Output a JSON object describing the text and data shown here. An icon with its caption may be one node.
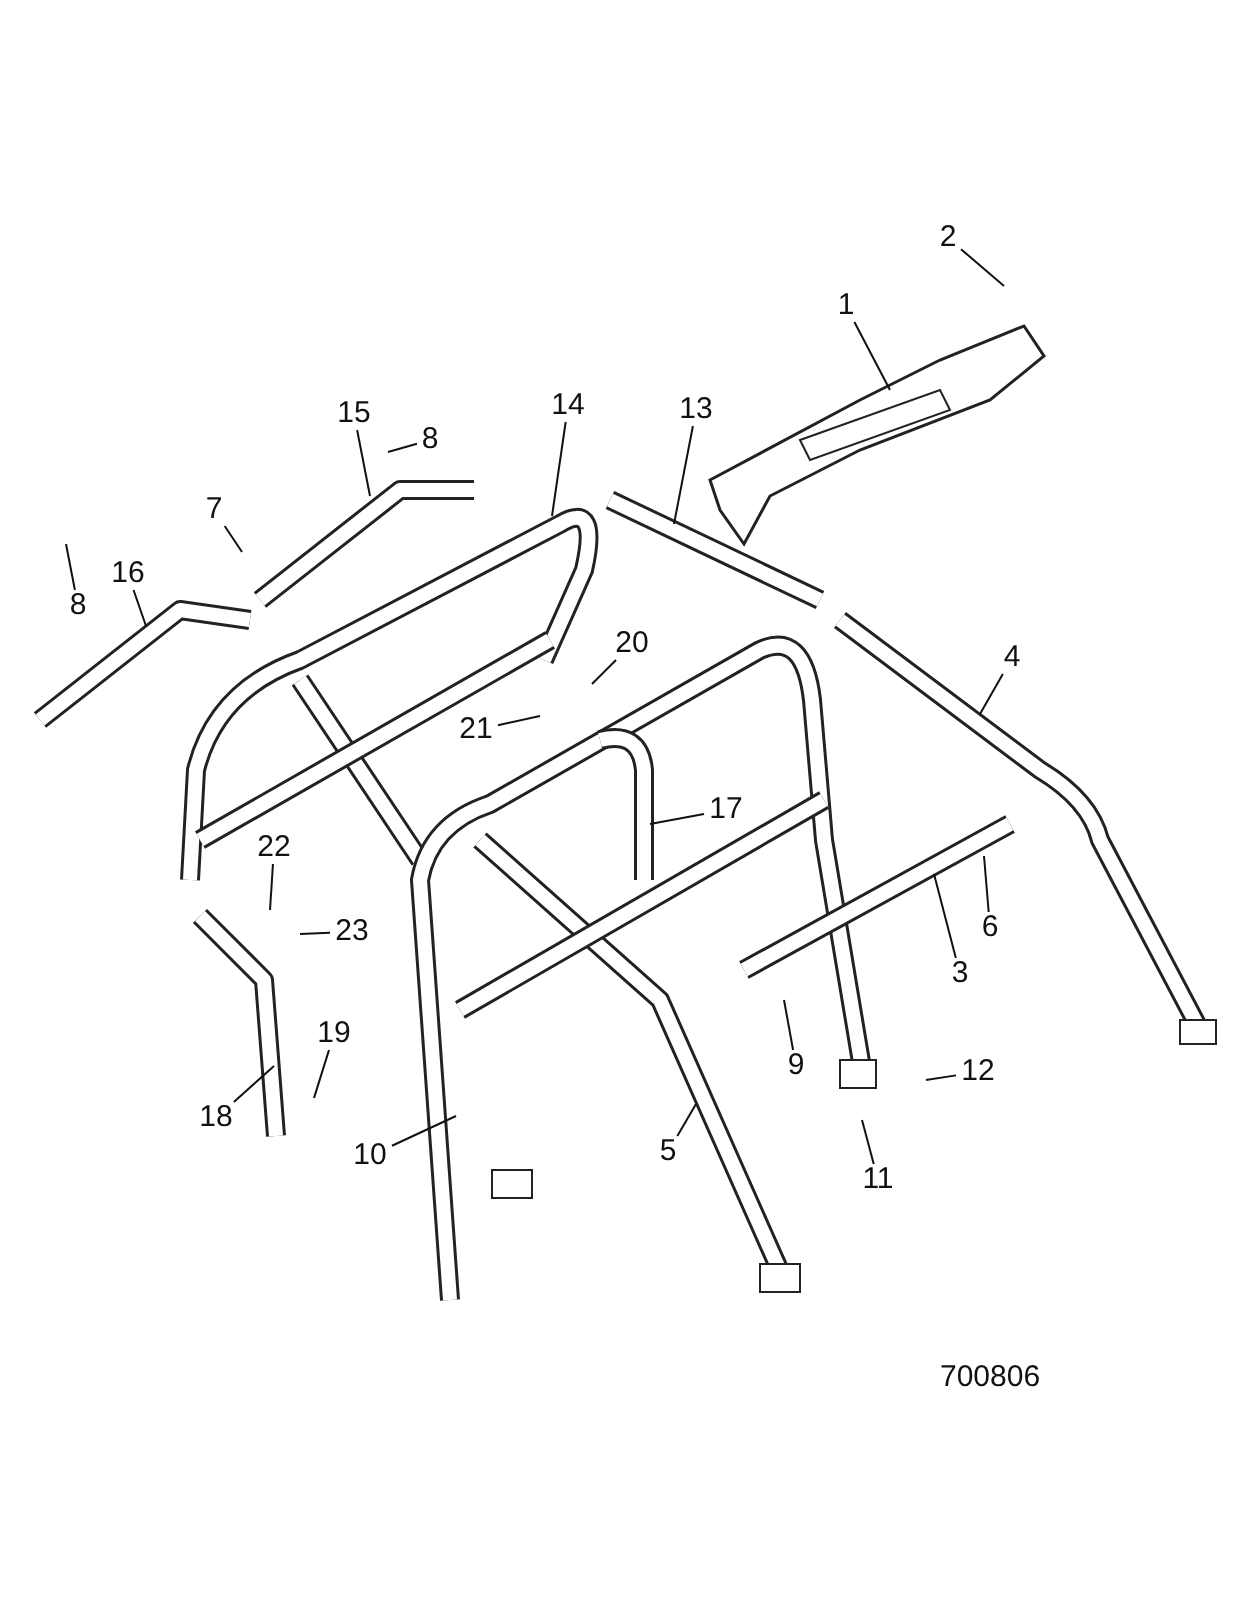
{
  "diagram": {
    "nodes": [
      {
        "text": [
          "2"
        ]
      },
      {
        "text": [
          "1"
        ]
      },
      {
        "text": [
          "14"
        ]
      },
      {
        "text": [
          "13"
        ]
      },
      {
        "text": [
          "15"
        ]
      },
      {
        "text": [
          "7"
        ]
      },
      {
        "text": [
          "16"
        ]
      },
      {
        "text": [
          "8"
        ]
      },
      {
        "text": [
          "20"
        ]
      },
      {
        "text": [
          "4"
        ]
      },
      {
        "text": [
          "21"
        ]
      },
      {
        "text": [
          "8"
        ]
      },
      {
        "text": [
          "17"
        ]
      },
      {
        "text": [
          "22"
        ]
      },
      {
        "text": [
          "23"
        ]
      },
      {
        "text": [
          "6"
        ]
      },
      {
        "text": [
          "3"
        ]
      },
      {
        "text": [
          "9"
        ]
      },
      {
        "text": [
          "12"
        ]
      },
      {
        "text": [
          "19"
        ]
      },
      {
        "text": [
          "18"
        ]
      },
      {
        "text": [
          "5"
        ]
      },
      {
        "text": [
          "10"
        ]
      },
      {
        "text": [
          "11"
        ]
      }
    ],
    "edges": [
      {
        "from": 0,
        "to": null,
        "arrow": "none"
      },
      {
        "from": 1,
        "to": null,
        "arrow": "none"
      },
      {
        "from": 2,
        "to": null,
        "arrow": "none"
      },
      {
        "from": 3,
        "to": null,
        "arrow": "none"
      },
      {
        "from": 4,
        "to": null,
        "arrow": "none"
      },
      {
        "from": 5,
        "to": null,
        "arrow": "none"
      },
      {
        "from": 6,
        "to": null,
        "arrow": "none"
      },
      {
        "from": 7,
        "to": null,
        "arrow": "none"
      },
      {
        "from": 8,
        "to": null,
        "arrow": "none"
      },
      {
        "from": 9,
        "to": null,
        "arrow": "none"
      },
      {
        "from": 10,
        "to": null,
        "arrow": "none"
      },
      {
        "from": 11,
        "to": null,
        "arrow": "none"
      },
      {
        "from": 12,
        "to": null,
        "arrow": "none"
      },
      {
        "from": 13,
        "to": null,
        "arrow": "none"
      },
      {
        "from": 14,
        "to": null,
        "arrow": "none"
      },
      {
        "from": 15,
        "to": null,
        "arrow": "none"
      },
      {
        "from": 16,
        "to": null,
        "arrow": "none"
      },
      {
        "from": 17,
        "to": null,
        "arrow": "none"
      },
      {
        "from": 18,
        "to": null,
        "arrow": "none"
      },
      {
        "from": 19,
        "to": null,
        "arrow": "none"
      },
      {
        "from": 20,
        "to": null,
        "arrow": "none"
      },
      {
        "from": 21,
        "to": null,
        "arrow": "none"
      },
      {
        "from": 22,
        "to": null,
        "arrow": "none"
      },
      {
        "from": 23,
        "to": null,
        "arrow": "none"
      }
    ],
    "labels": [
      "700806"
    ]
  }
}
